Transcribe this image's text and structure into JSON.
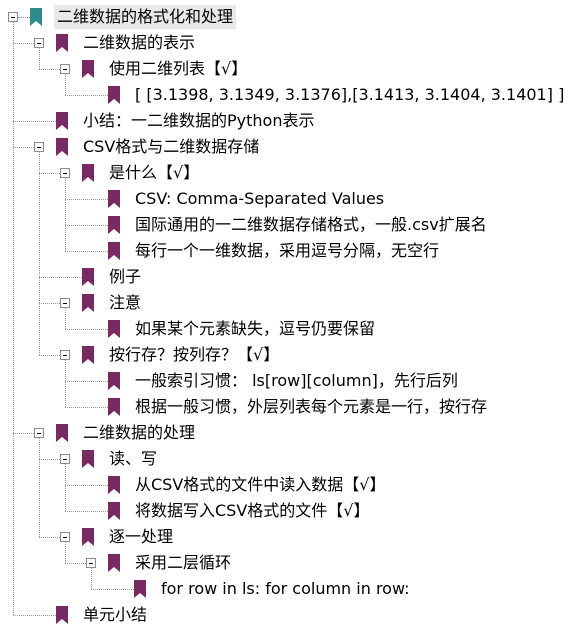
{
  "colors": {
    "root_icon": "#2e8b8b",
    "node_icon": "#7a2a63",
    "selection_bg": "#e9e9e9",
    "connector": "#9a9a9a"
  },
  "icons": {
    "root": "bookmark-teal-icon",
    "node": "bookmark-purple-icon",
    "toggle": "collapse-minus-icon"
  },
  "nodes": [
    {
      "label": "二维数据的格式化和处理",
      "level": 0,
      "toggle": true,
      "root": true
    },
    {
      "label": "二维数据的表示",
      "level": 1,
      "toggle": true
    },
    {
      "label": "使用二维列表【√】",
      "level": 2,
      "toggle": true
    },
    {
      "label": "[ [3.1398, 3.1349, 3.1376],[3.1413, 3.1404, 3.1401] ]",
      "level": 3,
      "toggle": false
    },
    {
      "label": "小结：一二维数据的Python表示",
      "level": 1,
      "toggle": false
    },
    {
      "label": "CSV格式与二维数据存储",
      "level": 1,
      "toggle": true
    },
    {
      "label": "是什么【√】",
      "level": 2,
      "toggle": true
    },
    {
      "label": "CSV: Comma-Separated Values",
      "level": 3,
      "toggle": false
    },
    {
      "label": "国际通用的一二维数据存储格式，一般.csv扩展名",
      "level": 3,
      "toggle": false
    },
    {
      "label": "每行一个一维数据，采用逗号分隔，无空行",
      "level": 3,
      "toggle": false
    },
    {
      "label": "例子",
      "level": 2,
      "toggle": false
    },
    {
      "label": "注意",
      "level": 2,
      "toggle": true
    },
    {
      "label": "如果某个元素缺失，逗号仍要保留",
      "level": 3,
      "toggle": false
    },
    {
      "label": "按行存？按列存？【√】",
      "level": 2,
      "toggle": true
    },
    {
      "label": "一般索引习惯： ls[row][column]，先行后列",
      "level": 3,
      "toggle": false
    },
    {
      "label": "根据一般习惯，外层列表每个元素是一行，按行存",
      "level": 3,
      "toggle": false
    },
    {
      "label": "二维数据的处理",
      "level": 1,
      "toggle": true
    },
    {
      "label": "读、写",
      "level": 2,
      "toggle": true
    },
    {
      "label": "从CSV格式的文件中读入数据【√】",
      "level": 3,
      "toggle": false
    },
    {
      "label": "将数据写入CSV格式的文件【√】",
      "level": 3,
      "toggle": false
    },
    {
      "label": "逐一处理",
      "level": 2,
      "toggle": true
    },
    {
      "label": "采用二层循环",
      "level": 3,
      "toggle": true
    },
    {
      "label": "for row in ls:  for column in row:",
      "level": 4,
      "toggle": false
    },
    {
      "label": "单元小结",
      "level": 1,
      "toggle": false
    }
  ]
}
